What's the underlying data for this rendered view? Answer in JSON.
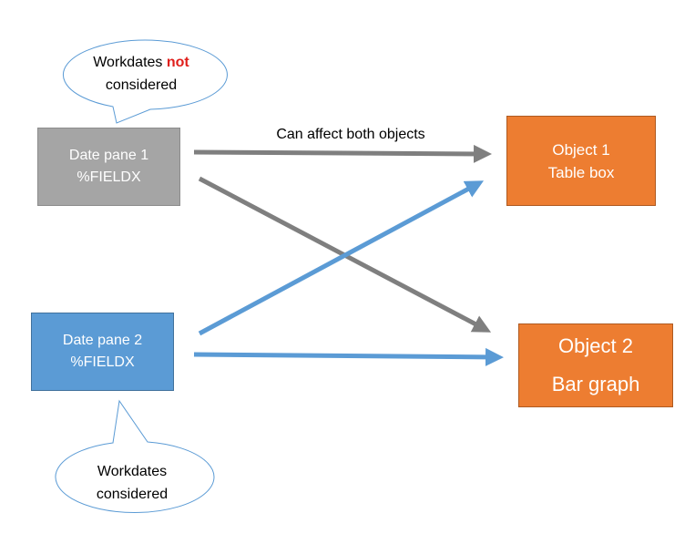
{
  "diagram": {
    "date_pane_1": {
      "line1": "Date pane 1",
      "line2": "%FIELDX",
      "color": "#a5a5a5"
    },
    "date_pane_2": {
      "line1": "Date pane 2",
      "line2": "%FIELDX",
      "color": "#5b9bd5"
    },
    "object_1": {
      "line1": "Object 1",
      "line2": "Table box",
      "color": "#ed7d31"
    },
    "object_2": {
      "line1": "Object 2",
      "line2": "Bar graph",
      "color": "#ed7d31"
    },
    "callout_1": {
      "word1": "Workdates",
      "highlight": "not",
      "line2": "considered",
      "highlight_color": "#e0201c"
    },
    "callout_2": {
      "line1": "Workdates",
      "line2": "considered"
    },
    "arrow_label": "Can affect both objects",
    "connections": [
      {
        "from": "Date pane 1",
        "to": "Object 1",
        "color": "#7f7f7f"
      },
      {
        "from": "Date pane 1",
        "to": "Object 2",
        "color": "#7f7f7f"
      },
      {
        "from": "Date pane 2",
        "to": "Object 1",
        "color": "#5b9bd5"
      },
      {
        "from": "Date pane 2",
        "to": "Object 2",
        "color": "#5b9bd5"
      }
    ]
  }
}
